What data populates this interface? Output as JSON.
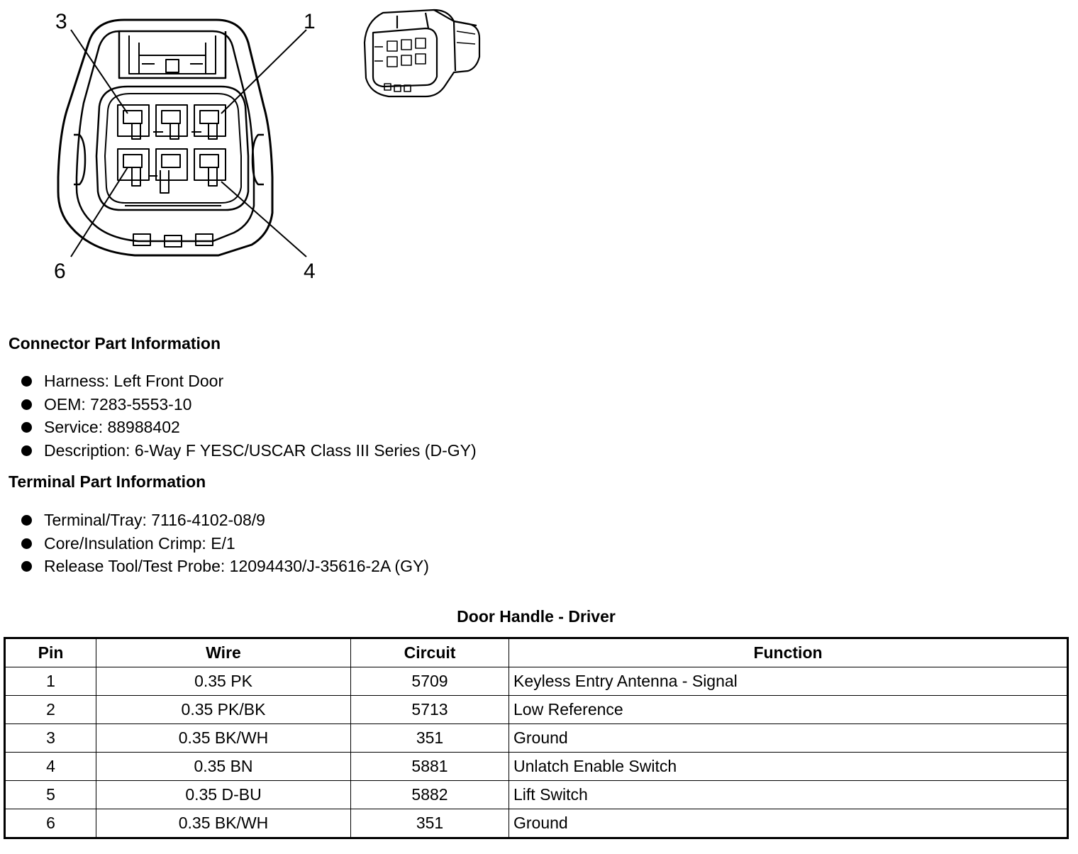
{
  "diagram": {
    "pin_labels": {
      "top_left": "3",
      "top_right": "1",
      "bottom_left": "6",
      "bottom_right": "4"
    }
  },
  "connector_info": {
    "title": "Connector Part Information",
    "items": [
      "Harness: Left Front Door",
      "OEM: 7283-5553-10",
      "Service: 88988402",
      "Description: 6-Way F YESC/USCAR Class III Series (D-GY)"
    ]
  },
  "terminal_info": {
    "title": "Terminal Part Information",
    "items": [
      "Terminal/Tray: 7116-4102-08/9",
      "Core/Insulation Crimp: E/1",
      "Release Tool/Test Probe: 12094430/J-35616-2A (GY)"
    ]
  },
  "pin_table": {
    "title": "Door Handle - Driver",
    "headers": {
      "pin": "Pin",
      "wire": "Wire",
      "circuit": "Circuit",
      "function": "Function"
    },
    "rows": [
      {
        "pin": "1",
        "wire": "0.35 PK",
        "circuit": "5709",
        "function": "Keyless Entry Antenna - Signal"
      },
      {
        "pin": "2",
        "wire": "0.35 PK/BK",
        "circuit": "5713",
        "function": "Low Reference"
      },
      {
        "pin": "3",
        "wire": "0.35 BK/WH",
        "circuit": "351",
        "function": "Ground"
      },
      {
        "pin": "4",
        "wire": "0.35 BN",
        "circuit": "5881",
        "function": "Unlatch Enable Switch"
      },
      {
        "pin": "5",
        "wire": "0.35 D-BU",
        "circuit": "5882",
        "function": "Lift Switch"
      },
      {
        "pin": "6",
        "wire": "0.35 BK/WH",
        "circuit": "351",
        "function": "Ground"
      }
    ]
  }
}
